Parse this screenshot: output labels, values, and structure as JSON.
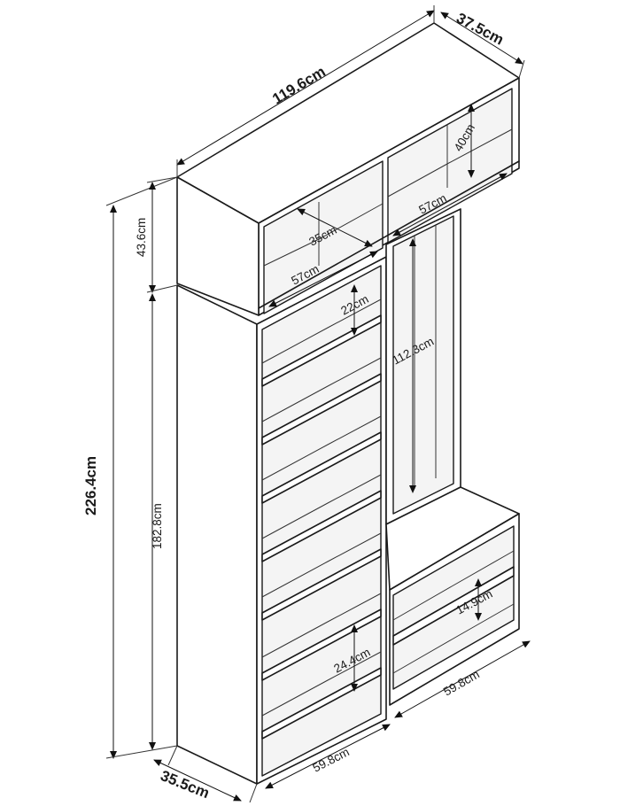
{
  "dimensions": {
    "total_width": "119.6cm",
    "top_depth": "37.5cm",
    "total_height": "226.4cm",
    "top_height": "43.6cm",
    "tower_height": "182.8cm",
    "base_depth": "35.5cm",
    "left_width": "59.8cm",
    "right_width": "59.8cm",
    "cubby_depth": "35cm",
    "cubby_width_left": "57cm",
    "cubby_width_right": "57cm",
    "cubby_height_right": "40cm",
    "shelf_gap_top": "22cm",
    "hanging_height": "112.3cm",
    "shelf_gap_bottom": "24.4cm",
    "bench_shelf_gap": "14.9cm"
  }
}
